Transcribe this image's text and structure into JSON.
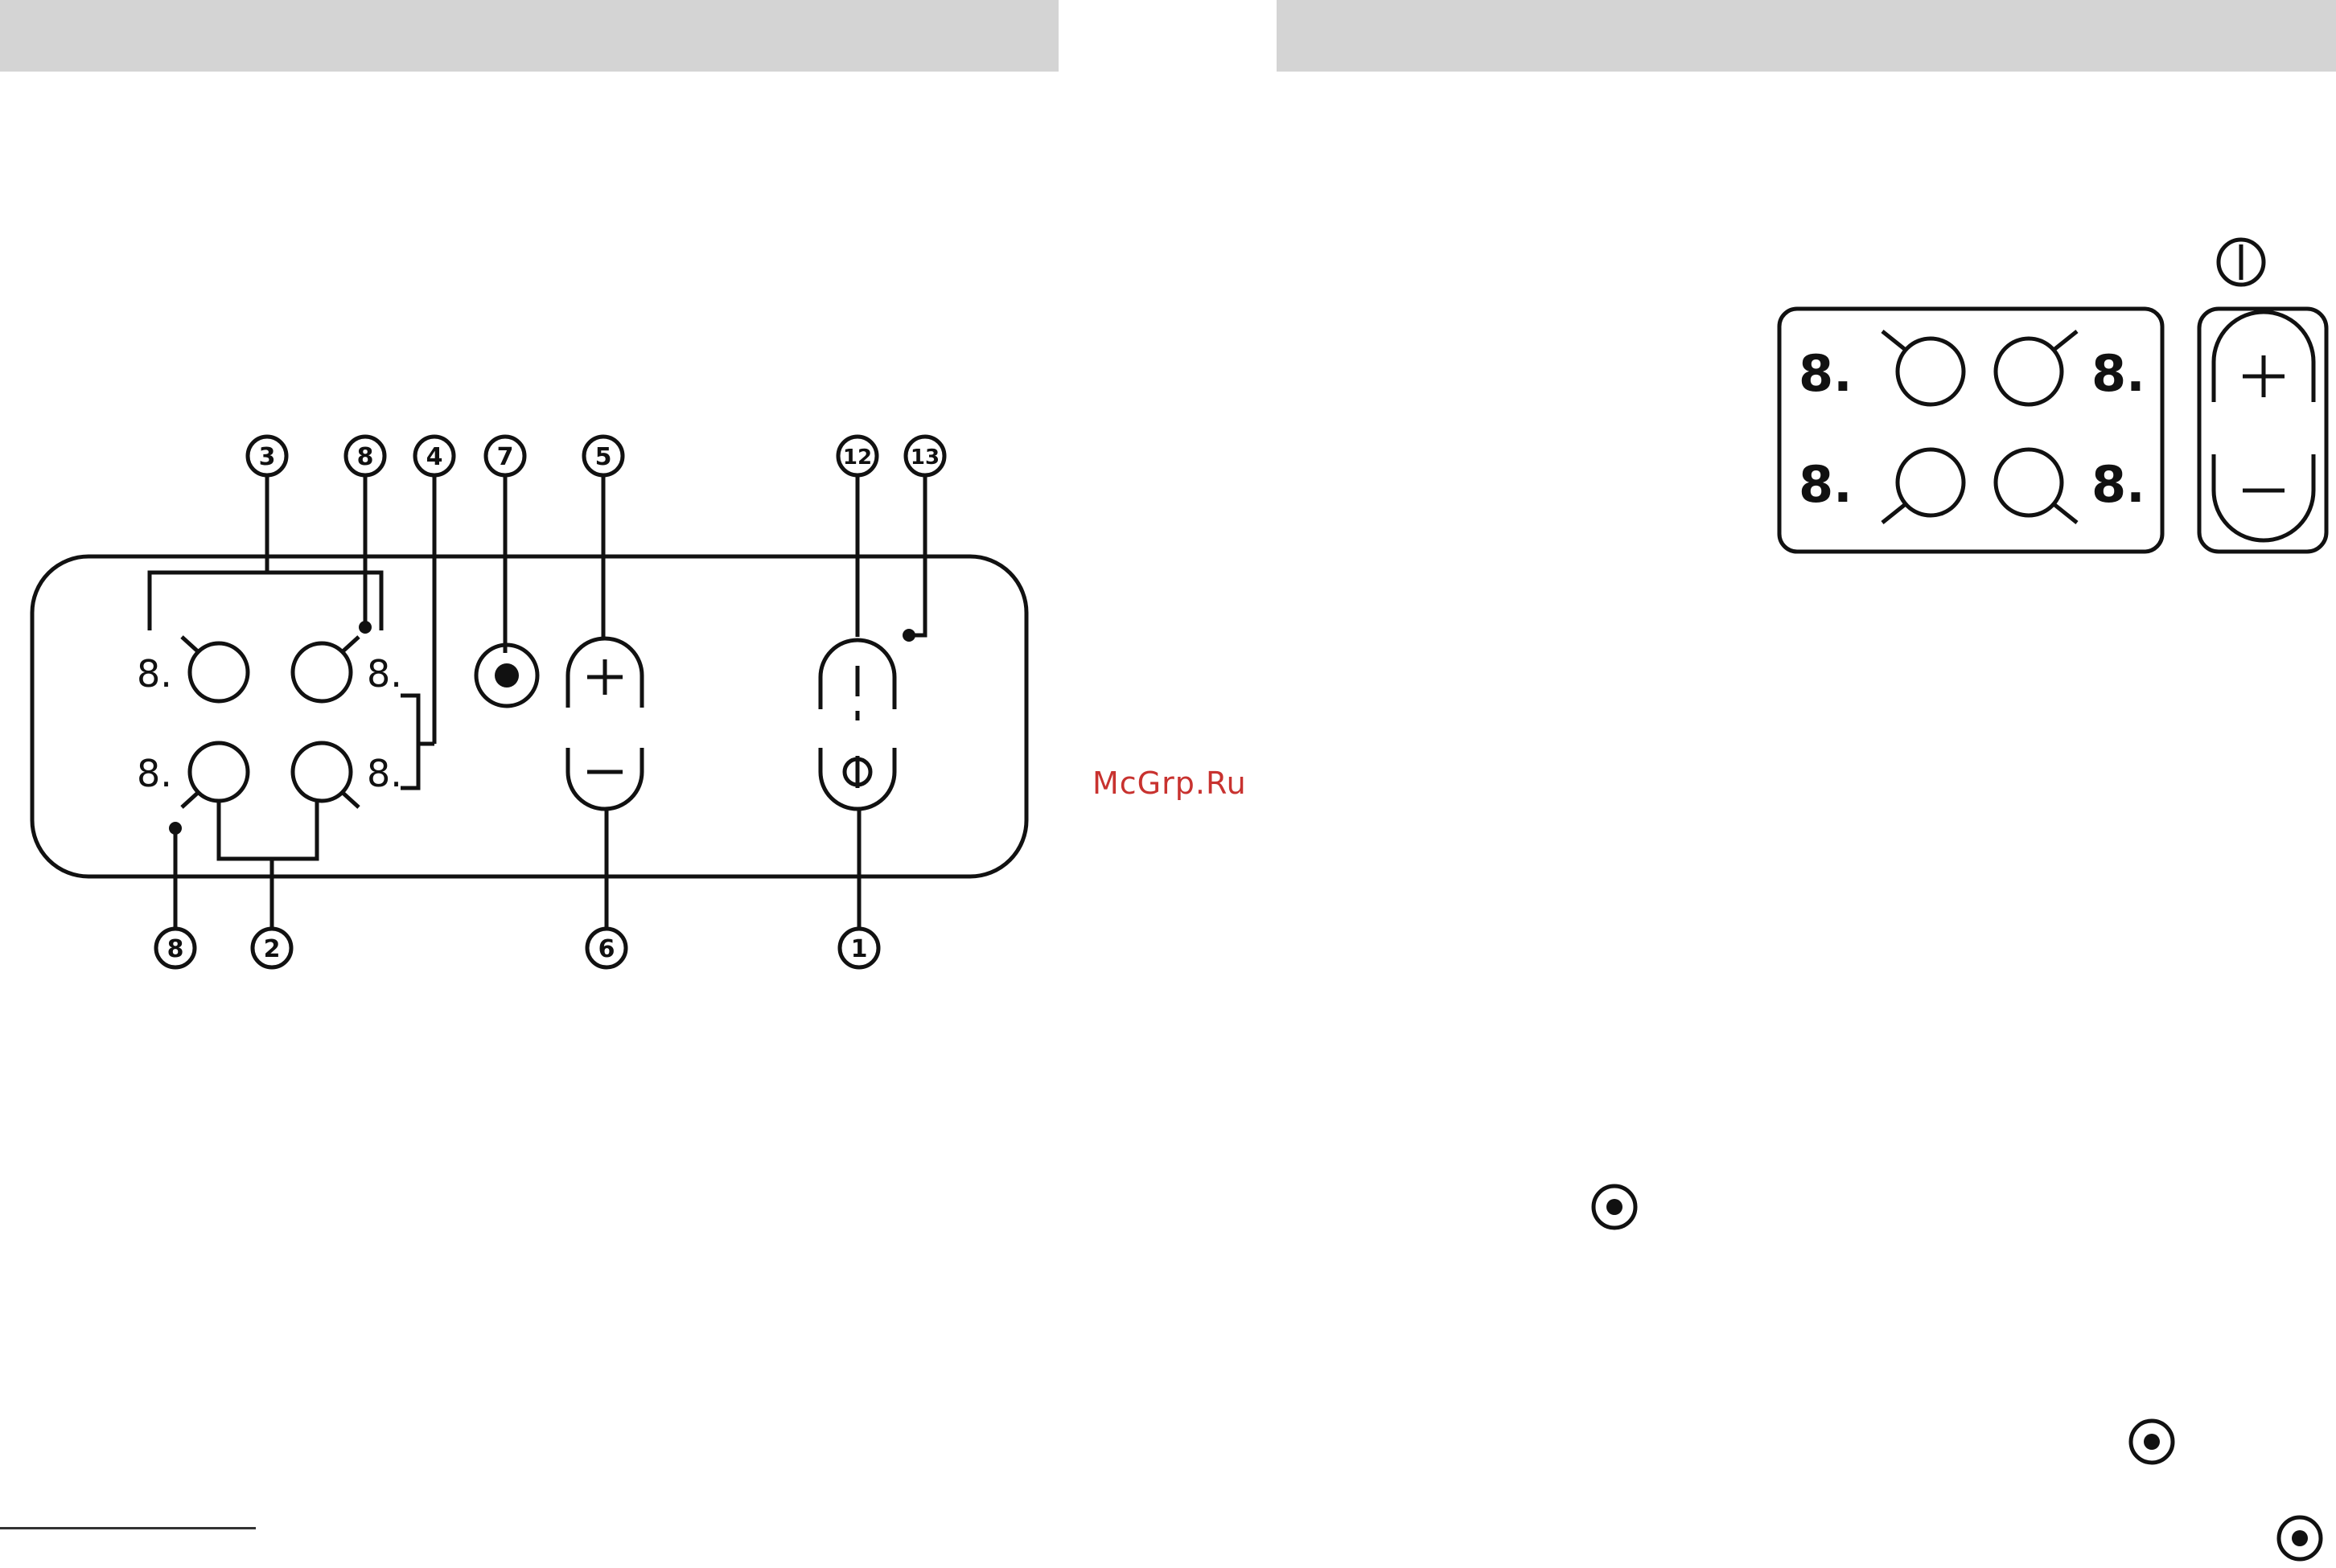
{
  "watermark": "McGrp.Ru",
  "left_diagram": {
    "callouts_top": [
      "3",
      "8",
      "4",
      "7",
      "5",
      "12",
      "13"
    ],
    "callouts_bottom": [
      "8",
      "2",
      "6",
      "1"
    ],
    "zone_digits": [
      "8.",
      "8.",
      "8.",
      "8."
    ]
  },
  "right_diagram": {
    "zone_digits": [
      "8.",
      "8.",
      "8.",
      "8."
    ]
  },
  "icons": {
    "power": "power-icon",
    "plus": "plus-icon",
    "minus": "minus-icon",
    "lock": "lock-icon",
    "lock_symbol": "target-icon"
  }
}
